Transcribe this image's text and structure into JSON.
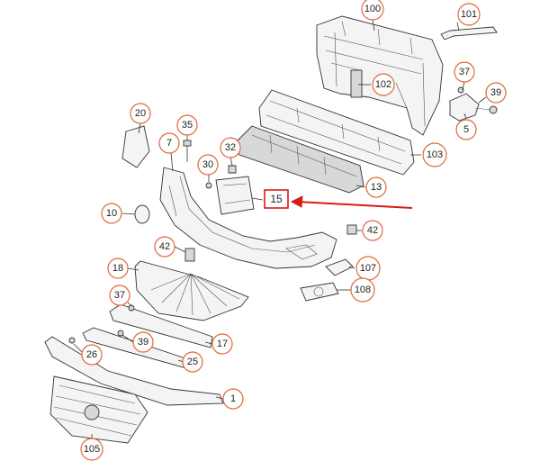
{
  "callouts": [
    {
      "id": "c100",
      "label": "100"
    },
    {
      "id": "c101",
      "label": "101"
    },
    {
      "id": "c102",
      "label": "102"
    },
    {
      "id": "c37a",
      "label": "37"
    },
    {
      "id": "c39a",
      "label": "39"
    },
    {
      "id": "c5",
      "label": "5"
    },
    {
      "id": "c103",
      "label": "103"
    },
    {
      "id": "c20",
      "label": "20"
    },
    {
      "id": "c35",
      "label": "35"
    },
    {
      "id": "c7",
      "label": "7"
    },
    {
      "id": "c32",
      "label": "32"
    },
    {
      "id": "c30",
      "label": "30"
    },
    {
      "id": "c13",
      "label": "13"
    },
    {
      "id": "c10",
      "label": "10"
    },
    {
      "id": "c42a",
      "label": "42"
    },
    {
      "id": "c42b",
      "label": "42"
    },
    {
      "id": "c107",
      "label": "107"
    },
    {
      "id": "c18",
      "label": "18"
    },
    {
      "id": "c108",
      "label": "108"
    },
    {
      "id": "c37b",
      "label": "37"
    },
    {
      "id": "c39b",
      "label": "39"
    },
    {
      "id": "c17",
      "label": "17"
    },
    {
      "id": "c26",
      "label": "26"
    },
    {
      "id": "c25",
      "label": "25"
    },
    {
      "id": "c1",
      "label": "1"
    },
    {
      "id": "c105",
      "label": "105"
    }
  ],
  "highlighted_part": {
    "label": "15"
  },
  "colors": {
    "callout_stroke": "#e0673a",
    "highlight": "#d81b1b"
  }
}
